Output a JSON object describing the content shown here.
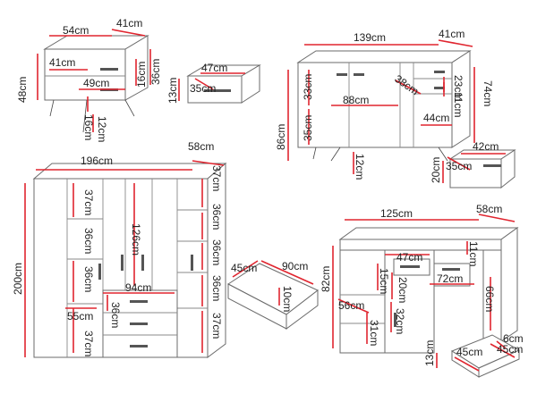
{
  "colors": {
    "dimension": "#e0252f",
    "outline": "#4a4a4a",
    "text": "#222222"
  },
  "nightstand": {
    "width": "54cm",
    "depth": "41cm",
    "height": "48cm",
    "inner_width": "41cm",
    "drawer_front_width": "49cm",
    "inner_depth": "36cm",
    "drawer_height": "16cm",
    "leg_offset": "16cm",
    "leg_height": "12cm",
    "drawer": {
      "width": "47cm",
      "depth": "35cm",
      "height": "13cm"
    }
  },
  "sideboard": {
    "width": "139cm",
    "depth": "41cm",
    "height": "74cm",
    "total_height": "86cm",
    "compartment_height_top": "33cm",
    "compartment_height_bottom": "35cm",
    "inner_width": "88cm",
    "inner_depth": "38cm",
    "drawer_inner_top": "23cm",
    "drawer_inner_mid": "11cm",
    "drawer_inner_width": "44cm",
    "leg_height": "12cm",
    "drawer": {
      "width": "42cm",
      "depth": "35cm",
      "height": "20cm"
    }
  },
  "wardrobe": {
    "width": "196cm",
    "depth": "58cm",
    "height": "200cm",
    "shelf_right_top": "37cm",
    "shelf_left_top": "37cm",
    "shelf_left_mid": "36cm",
    "hanging_height": "126cm",
    "shelf_right_2": "36cm",
    "shelf_right_3": "36cm",
    "shelf_right_4": "36cm",
    "shelf_right_bottom": "37cm",
    "shelf_left_low": "36cm",
    "inner_depth": "55cm",
    "shelf_left_bottom": "37cm",
    "drawer_width": "94cm",
    "drawer_height": "36cm",
    "drawer": {
      "width": "90cm",
      "depth": "45cm",
      "height": "10cm"
    }
  },
  "desk": {
    "width": "125cm",
    "depth": "58cm",
    "height": "82cm",
    "drawer_width_top": "47cm",
    "drawer_height_top": "11cm",
    "desk_inner_height": "15cm",
    "cabinet_height": "20cm",
    "cabinet_depth": "56cm",
    "leg_space_width": "72cm",
    "leg_space_height": "66cm",
    "cabinet_inner_height": "32cm",
    "cabinet_inner_height2": "31cm",
    "drawer_offset": "13cm",
    "drawer": {
      "width": "45cm",
      "depth": "45cm",
      "height": "6cm"
    }
  }
}
